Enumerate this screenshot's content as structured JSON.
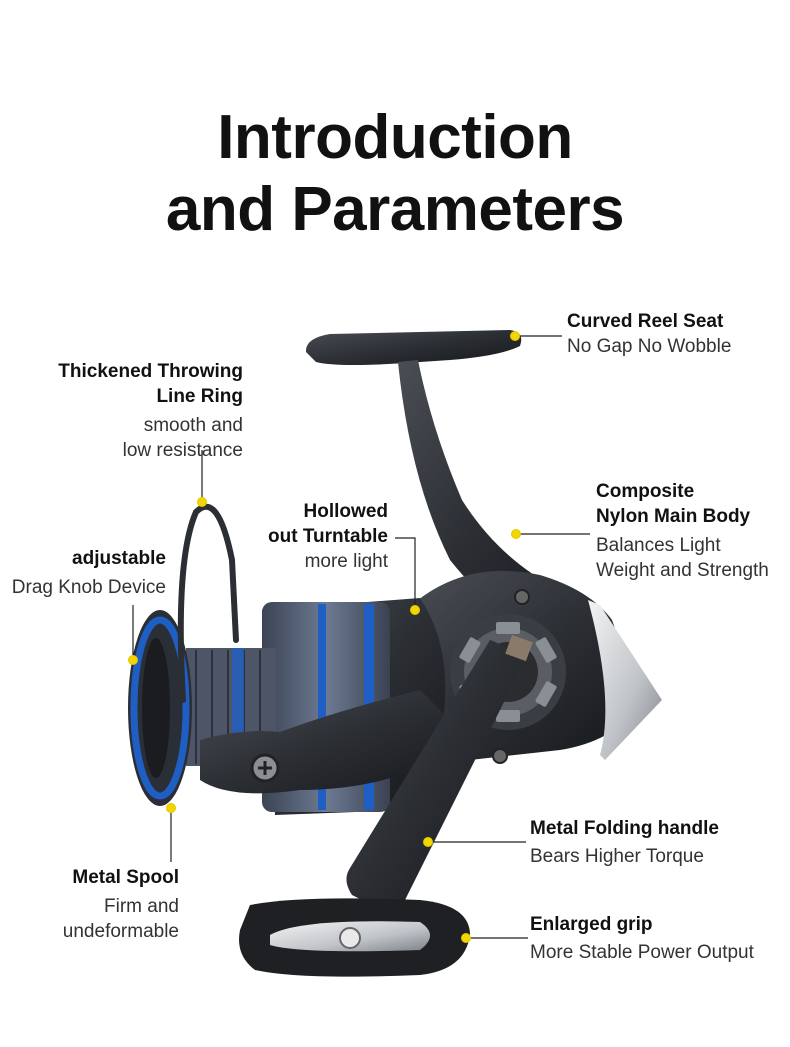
{
  "title": {
    "line1": "Introduction",
    "line2": "and Parameters"
  },
  "colors": {
    "accent_dot": "#f2d600",
    "body_dark": "#2b2e33",
    "spool_blue": "#1f5fc4"
  },
  "features": {
    "curved_reel_seat": {
      "heading": "Curved Reel Seat",
      "desc": "No Gap No Wobble"
    },
    "throwing_ring": {
      "heading1": "Thickened Throwing",
      "heading2": "Line Ring",
      "desc1": "smooth and",
      "desc2": "low resistance"
    },
    "hollowed_turntable": {
      "heading1": "Hollowed",
      "heading2": "out Turntable",
      "desc": "more light"
    },
    "composite_body": {
      "heading1": "Composite",
      "heading2": "Nylon Main Body",
      "desc1": "Balances Light",
      "desc2": "Weight and Strength"
    },
    "drag_knob": {
      "heading": "adjustable",
      "desc": "Drag Knob Device"
    },
    "folding_handle": {
      "heading": "Metal Folding handle",
      "desc": "Bears Higher Torque"
    },
    "metal_spool": {
      "heading": "Metal Spool",
      "desc1": "Firm and",
      "desc2": "undeformable"
    },
    "enlarged_grip": {
      "heading": "Enlarged grip",
      "desc": "More Stable Power Output"
    }
  }
}
